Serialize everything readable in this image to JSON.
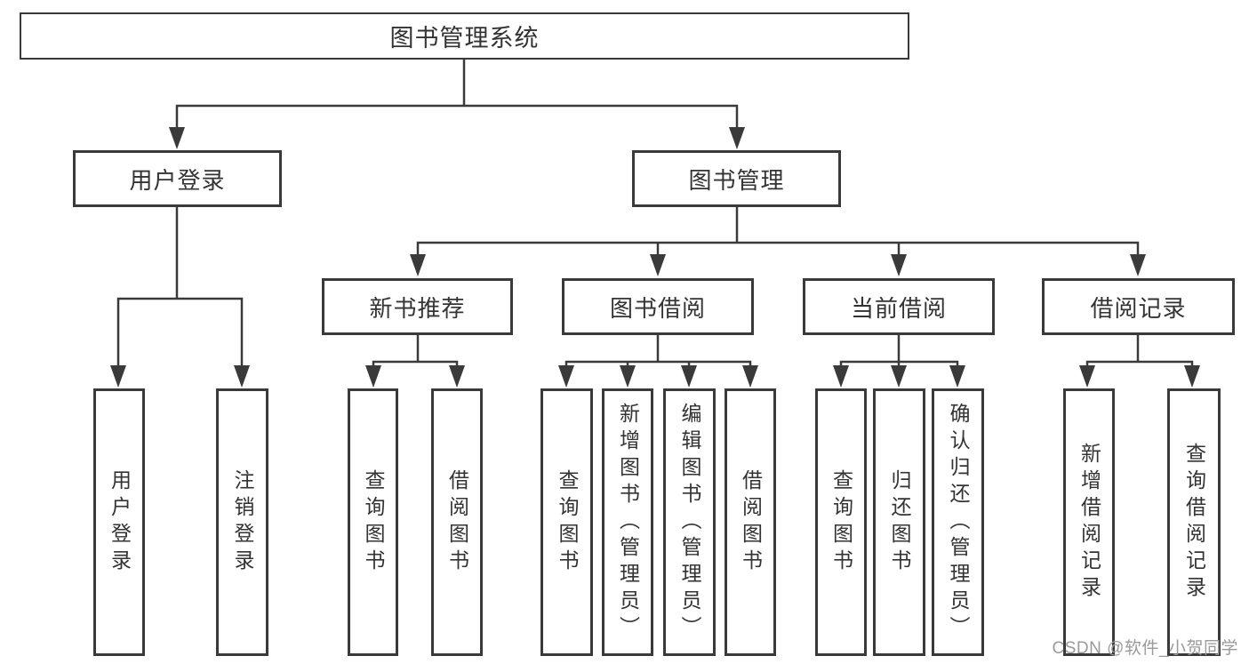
{
  "diagram_title": "图书管理系统",
  "nodes": {
    "root": {
      "label": "图书管理系统"
    },
    "level2": {
      "user_login": {
        "label": "用户登录"
      },
      "book_management": {
        "label": "图书管理"
      }
    },
    "level3": {
      "new_book_recommend": {
        "label": "新书推荐"
      },
      "book_borrow": {
        "label": "图书借阅"
      },
      "current_borrow": {
        "label": "当前借阅"
      },
      "borrow_records": {
        "label": "借阅记录"
      }
    },
    "leaves": {
      "user_login": {
        "label": "用户登录"
      },
      "logout": {
        "label": "注销登录"
      },
      "query_book_recommend": {
        "label": "查询图书"
      },
      "borrow_book_recommend": {
        "label": "借阅图书"
      },
      "query_book_borrow": {
        "label": "查询图书"
      },
      "add_book_admin": {
        "label": "新增图书（管理员）"
      },
      "edit_book_admin": {
        "label": "编辑图书（管理员）"
      },
      "borrow_book": {
        "label": "借阅图书"
      },
      "query_book_current": {
        "label": "查询图书"
      },
      "return_book": {
        "label": "归还图书"
      },
      "confirm_return_admin": {
        "label": "确认归还（管理员）"
      },
      "add_borrow_record": {
        "label": "新增借阅记录"
      },
      "query_borrow_record": {
        "label": "查询借阅记录"
      }
    }
  },
  "watermark": {
    "text": "CSDN @软件_小贺同学"
  },
  "colors": {
    "line": "#3a3a3a",
    "text": "#333333",
    "background": "#ffffff",
    "watermark": "#9a9a9a"
  }
}
